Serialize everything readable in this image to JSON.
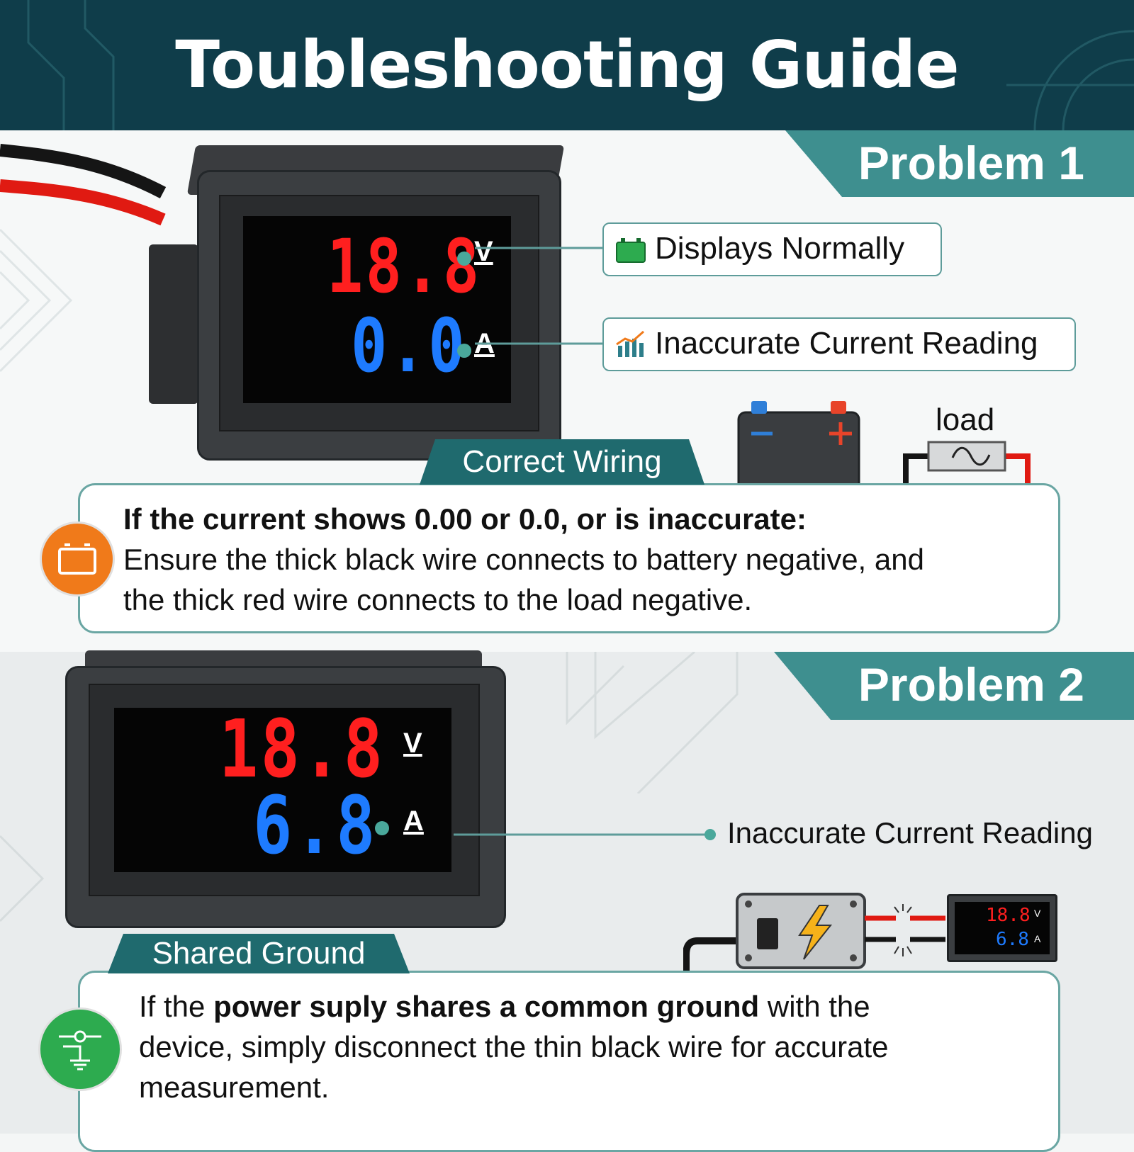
{
  "header": {
    "title": "Toubleshooting Guide"
  },
  "problem1": {
    "banner": "Problem 1",
    "display": {
      "voltage": "18.8",
      "voltage_unit": "V",
      "current": "0.0",
      "current_unit": "A"
    },
    "callout_voltage": {
      "text": "Displays Normally",
      "icon": "battery-icon"
    },
    "callout_current": {
      "text": "Inaccurate Current Reading",
      "icon": "bar-chart-icon"
    },
    "tab": "Correct Wiring",
    "diagram": {
      "load_label": "load",
      "battery_minus": "−",
      "battery_plus": "+"
    },
    "box_icon": "battery-icon",
    "box_heading": "If the current shows 0.00 or 0.0, or is inaccurate:",
    "box_line1": "Ensure the thick black wire connects to battery negative, and",
    "box_line2": "the thick red wire connects to the load negative."
  },
  "problem2": {
    "banner": "Problem 2",
    "display": {
      "voltage": "18.8",
      "voltage_unit": "V",
      "current": "6.8",
      "current_unit": "A"
    },
    "callout_current": {
      "text": "Inaccurate Current Reading"
    },
    "mini_display": {
      "voltage": "18.8",
      "voltage_unit": "V",
      "current": "6.8",
      "current_unit": "A"
    },
    "tab": "Shared Ground",
    "box_icon": "ground-icon",
    "box_pre": "If the ",
    "box_bold": "power suply shares a common ground",
    "box_post": " with the",
    "box_line2": "device, simply disconnect the thin black wire for accurate",
    "box_line3": "measurement."
  },
  "colors": {
    "header": "#0f3d4a",
    "banner": "#3e8f8f",
    "tab": "#1f6a6e",
    "red_digit": "#ff1f1f",
    "blue_digit": "#1e7bff",
    "accent_orange": "#f07a1a",
    "accent_green": "#2dab4f"
  }
}
